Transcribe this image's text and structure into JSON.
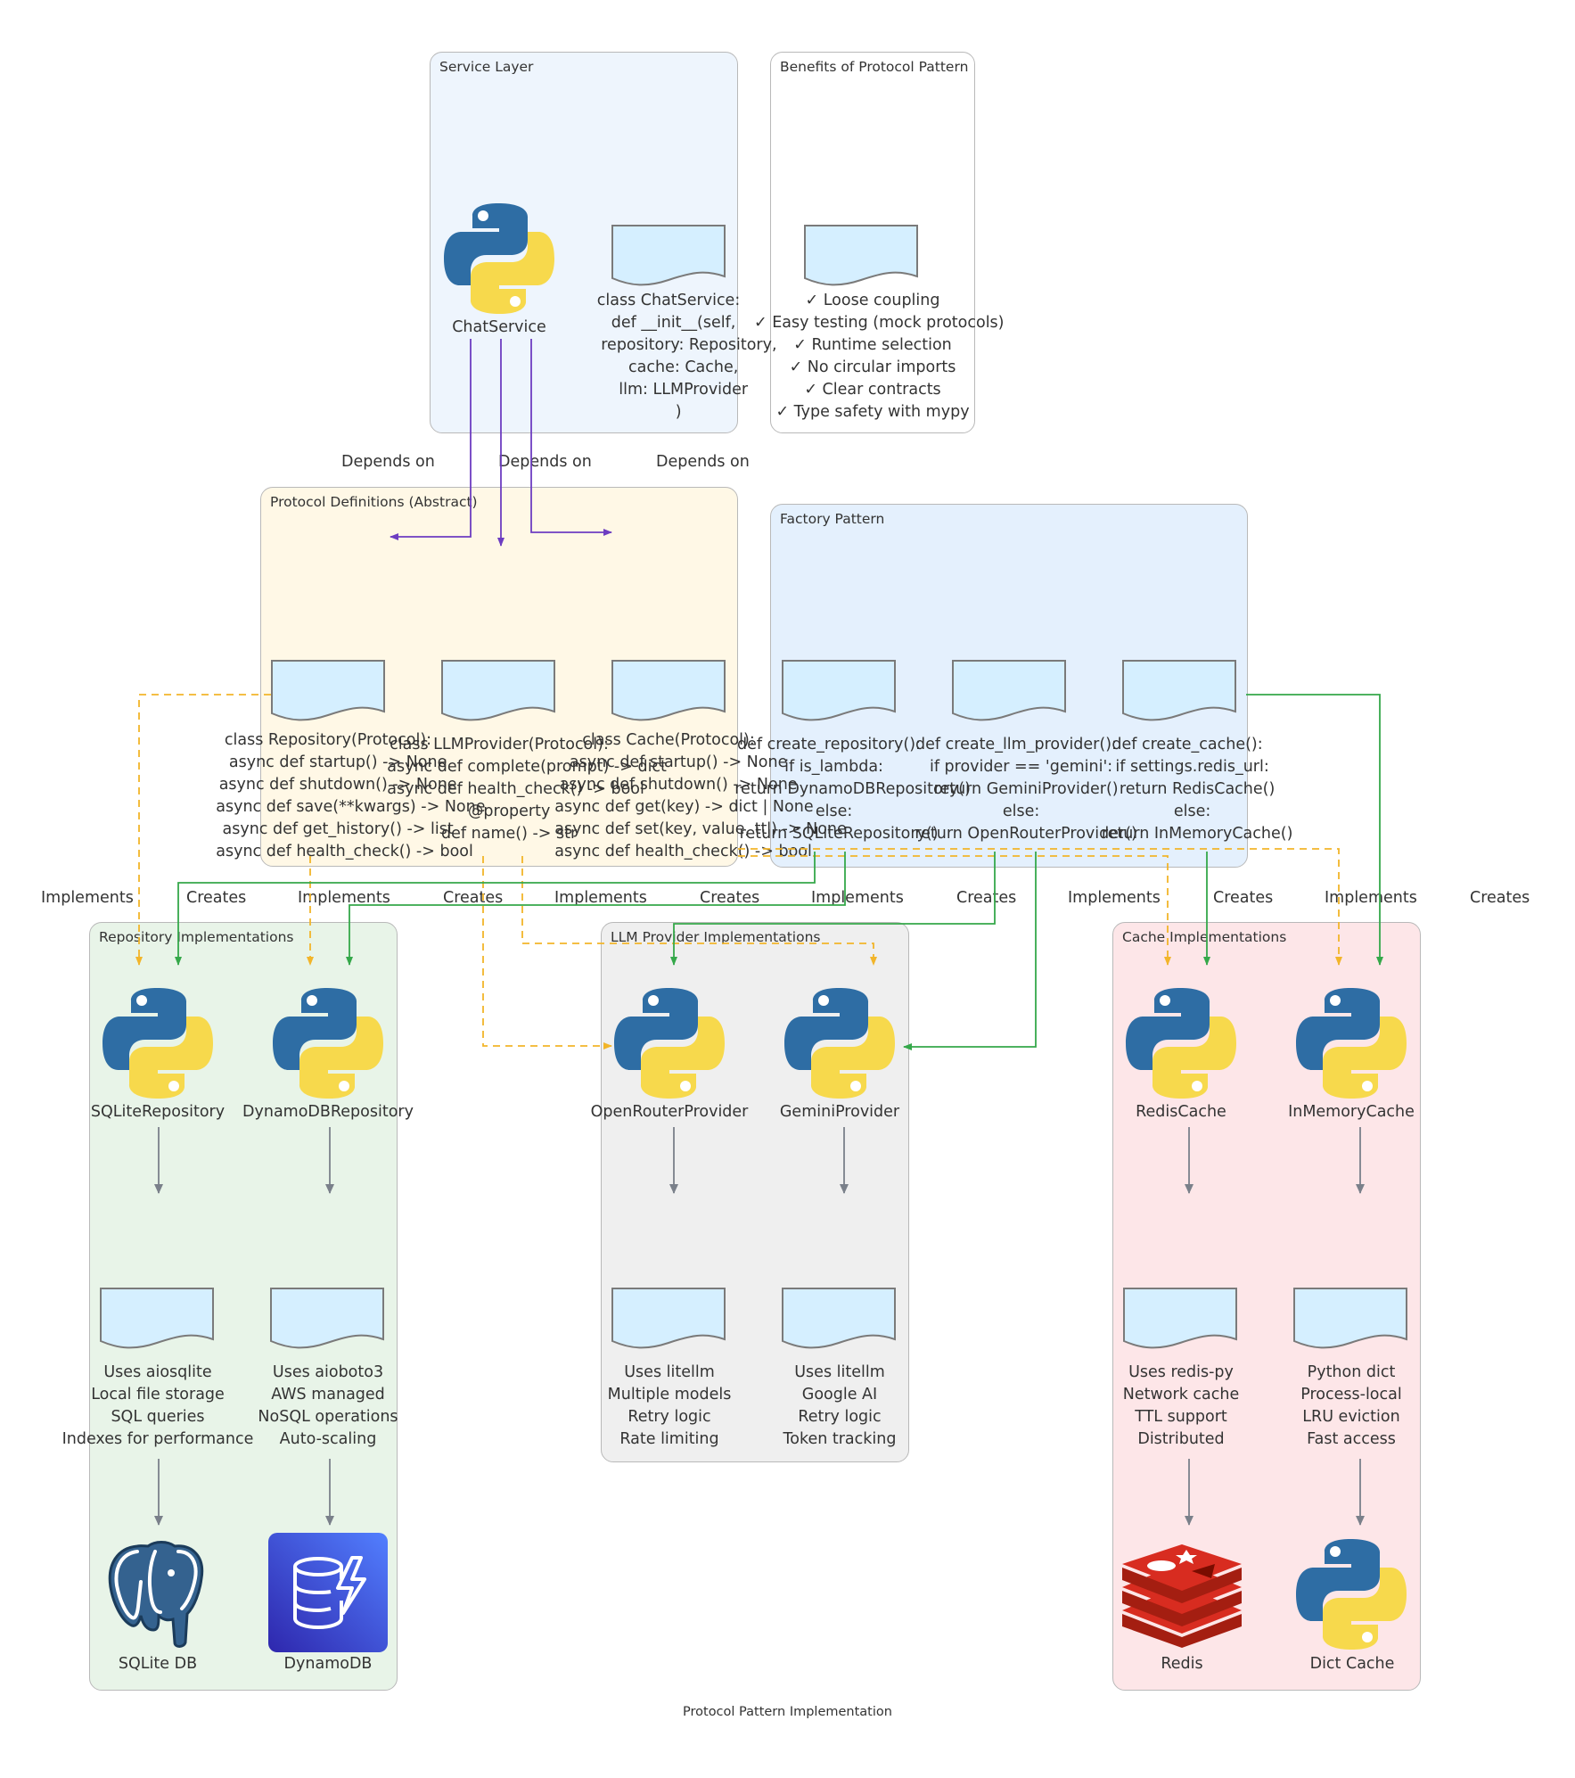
{
  "title": "Protocol Pattern Implementation",
  "colors": {
    "service_bg": "#eef5fd",
    "benefits_bg": "#ffffff",
    "protocol_bg": "#fff8e6",
    "factory_bg": "#e4f0fd",
    "repo_bg": "#e8f4e8",
    "llm_bg": "#efefef",
    "cache_bg": "#fde6e8",
    "depends_arrow": "#6d3dc1",
    "implements_arrow": "#f2b52a",
    "creates_arrow": "#35a84a",
    "flow_arrow": "#7a808a",
    "doc_fill": "#d5efff"
  },
  "clusters": {
    "service": "Service Layer",
    "benefits": "Benefits of Protocol Pattern",
    "protocols": "Protocol Definitions (Abstract)",
    "factory": "Factory Pattern",
    "repo_impl": "Repository Implementations",
    "llm_impl": "LLM Provider Implementations",
    "cache_impl": "Cache Implementations"
  },
  "nodes": {
    "chat_service": "ChatService",
    "chat_service_code": "class ChatService:\n  def __init__(self,\n    repository: Repository,\n      cache: Cache,\n      llm: LLMProvider\n    )",
    "benefits_text": "✓ Loose coupling\n✓ Easy testing (mock protocols)\n✓ Runtime selection\n✓ No circular imports\n✓ Clear contracts\n✓ Type safety with mypy",
    "repository_protocol": "class Repository(Protocol):\n    async def startup() -> None\n    async def shutdown() -> None\n    async def save(**kwargs) -> None\n    async def get_history() -> list\n    async def health_check() -> bool",
    "llm_protocol": "class LLMProvider(Protocol):\n    async def complete(prompt) -> dict\n    async def health_check() -> bool\n    @property\n    def name() -> str",
    "cache_protocol": "class Cache(Protocol):\n    async def startup() -> None\n    async def shutdown() -> None\n    async def get(key) -> dict | None\n    async def set(key, value, ttl) -> None\n    async def health_check() -> bool",
    "create_repository": "def create_repository():\n  if is_lambda:\n    return DynamoDBRepository()\n  else:\n    return SQLiteRepository()",
    "create_llm_provider": "def create_llm_provider():\n  if provider == 'gemini':\n    return GeminiProvider()\n  else:\n    return OpenRouterProvider()",
    "create_cache": "def create_cache():\n  if settings.redis_url:\n    return RedisCache()\n  else:\n    return InMemoryCache()",
    "sqlite_repo": "SQLiteRepository",
    "dynamo_repo": "DynamoDBRepository",
    "openrouter": "OpenRouterProvider",
    "gemini": "GeminiProvider",
    "redis_cache": "RedisCache",
    "inmemory_cache": "InMemoryCache",
    "sqlite_details": "Uses aiosqlite\nLocal file storage\nSQL queries\nIndexes for performance",
    "dynamo_details": "Uses aioboto3\nAWS managed\nNoSQL operations\nAuto-scaling",
    "openrouter_details": "Uses litellm\nMultiple models\nRetry logic\nRate limiting",
    "gemini_details": "Uses litellm\nGoogle AI\nRetry logic\nToken tracking",
    "redis_details": "Uses redis-py\nNetwork cache\nTTL support\nDistributed",
    "inmemory_details": "Python dict\nProcess-local\nLRU eviction\nFast access",
    "sqlite_db": "SQLite DB",
    "dynamodb": "DynamoDB",
    "redis": "Redis",
    "dict_cache": "Dict Cache"
  },
  "edge_labels": {
    "depends_on": "Depends on",
    "implements": "Implements",
    "creates": "Creates"
  },
  "icons": {
    "python": "python-logo-icon",
    "document": "document-icon",
    "postgres": "postgresql-elephant-icon",
    "dynamodb": "aws-dynamodb-icon",
    "redis": "redis-logo-icon"
  }
}
